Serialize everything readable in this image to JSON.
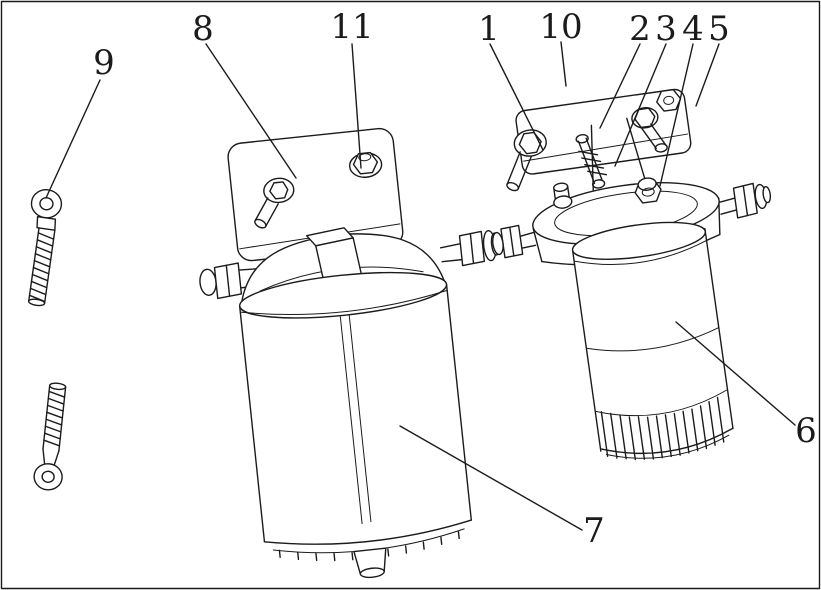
{
  "diagram": {
    "line_color": "#1b1b1b",
    "background": "#ffffff",
    "callouts": {
      "c1": "1",
      "c2": "2",
      "c3": "3",
      "c4": "4",
      "c5": "5",
      "c6": "6",
      "c7": "7",
      "c8": "8",
      "c9": "9",
      "c10": "10",
      "c11": "11"
    }
  }
}
